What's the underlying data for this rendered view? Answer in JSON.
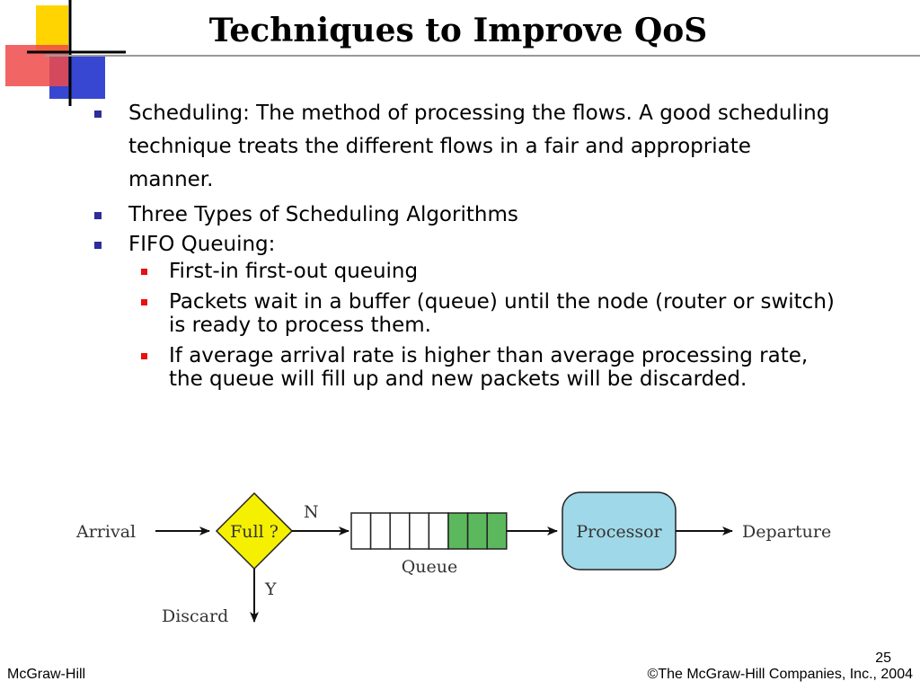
{
  "slide": {
    "title": "Techniques to Improve QoS",
    "bullets": [
      "Scheduling: The method of processing the flows. A good scheduling technique treats the different flows in a fair and appropriate manner.",
      "Three Types of Scheduling Algorithms",
      "FIFO Queuing:"
    ],
    "sub_bullets": [
      "First-in first-out queuing",
      "Packets wait in a buffer (queue) until the node (router or switch) is ready to process them.",
      "If average arrival rate is higher than average processing rate, the queue will fill up and new packets will be discarded."
    ]
  },
  "diagram": {
    "arrival": "Arrival",
    "decision": "Full ?",
    "no": "N",
    "yes": "Y",
    "discard": "Discard",
    "queue": "Queue",
    "processor": "Processor",
    "departure": "Departure",
    "queue_slots": 8,
    "filled_slots": 3,
    "colors": {
      "decision_fill": "#f5f000",
      "filled_slot": "#5cb85c",
      "processor_fill": "#9fd8e8",
      "bullet_level1": "#2d2d9b",
      "bullet_level2": "#e81010"
    }
  },
  "footer": {
    "publisher": "McGraw-Hill",
    "copyright": "©The McGraw-Hill Companies, Inc., 2004",
    "page_number": "25"
  }
}
